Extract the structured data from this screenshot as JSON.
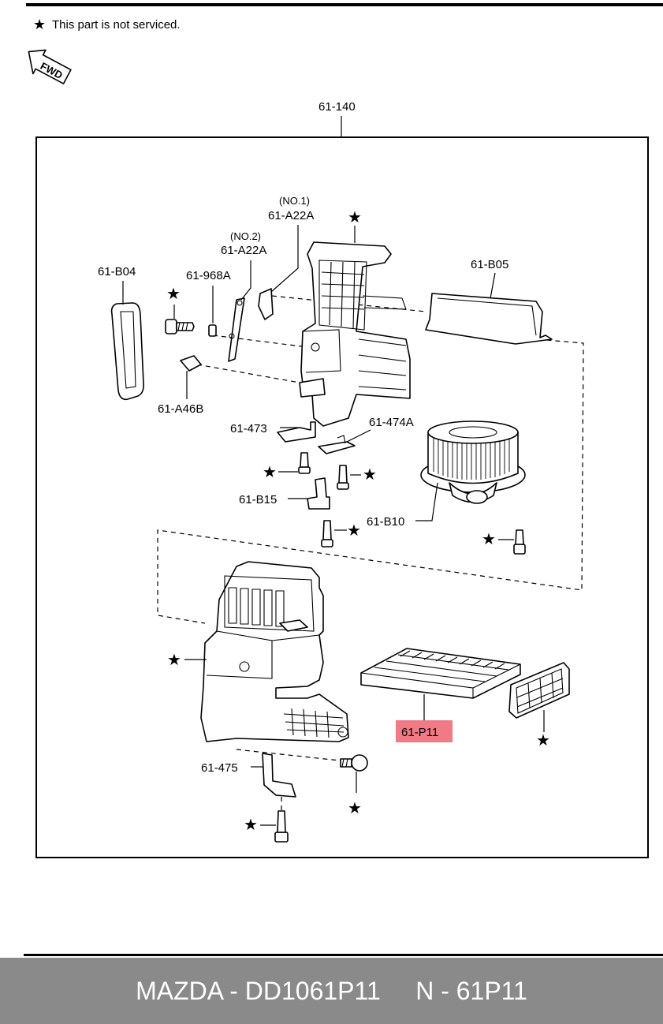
{
  "note": {
    "star_glyph": "★",
    "text": "This part is not serviced."
  },
  "fwd_label": "FWD",
  "assembly_label": "61-140",
  "labels": {
    "no1": "(NO.1)",
    "a22a_1": "61-A22A",
    "no2": "(NO.2)",
    "a22a_2": "61-A22A",
    "b04": "61-B04",
    "a968a": "61-968A",
    "b05": "61-B05",
    "a46b": "61-A46B",
    "p473": "61-473",
    "p474a": "61-474A",
    "b15": "61-B15",
    "b10": "61-B10",
    "p11": "61-P11",
    "p475": "61-475"
  },
  "highlight_color": "#f07a85",
  "footer": {
    "brand": "MAZDA",
    "part_number": "DD1061P11",
    "ref": "N - 61P11",
    "background": "#8a8a8a"
  }
}
